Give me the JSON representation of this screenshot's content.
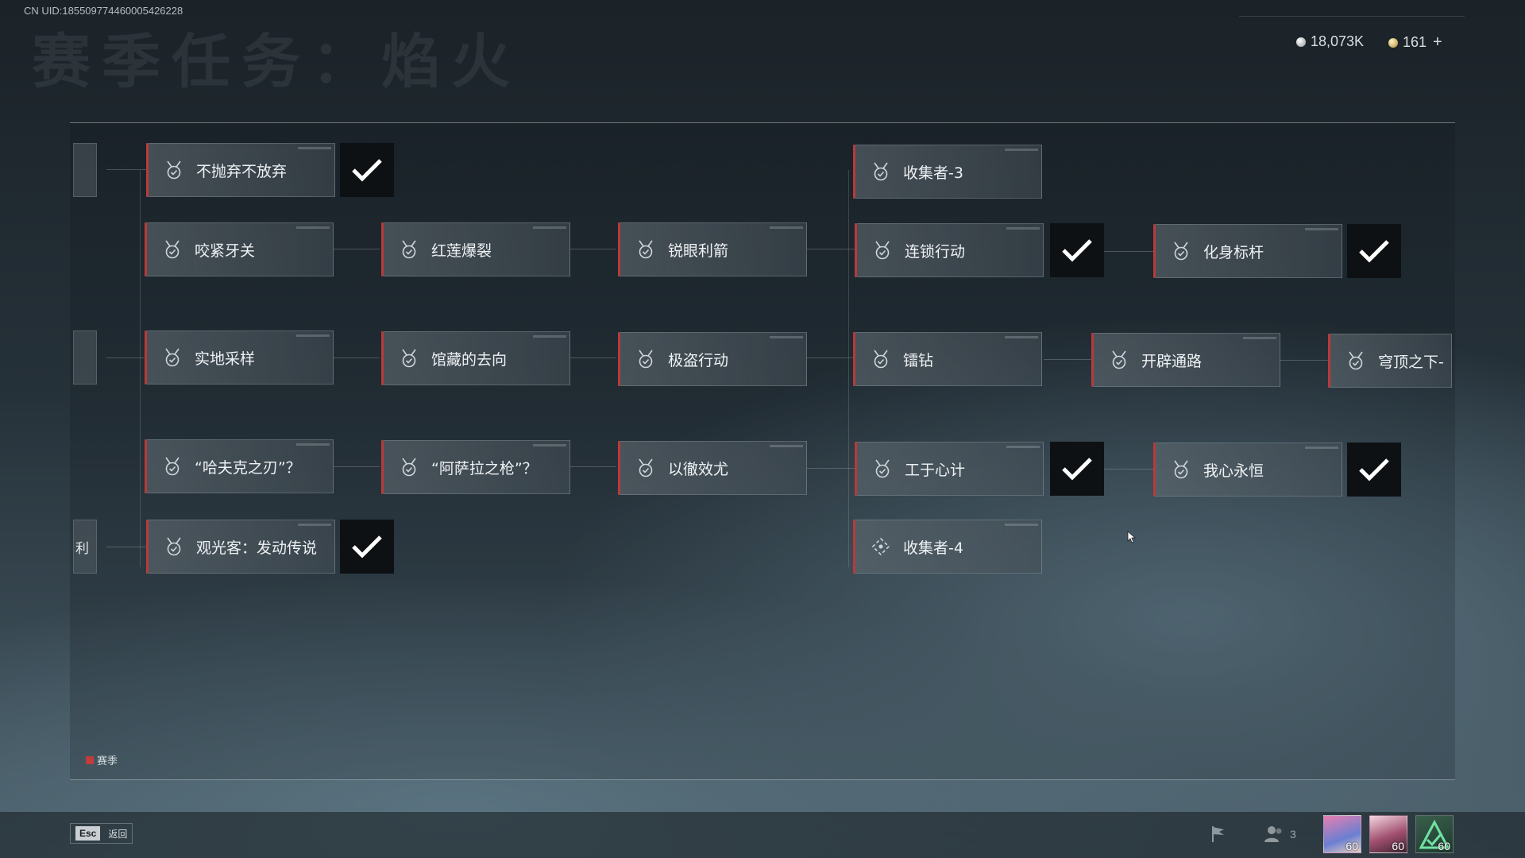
{
  "header": {
    "uid": "CN UID:185509774460005426228",
    "title": "赛季任务：焰火"
  },
  "currency": {
    "silver": "18,073K",
    "gold": "161",
    "plus": "+"
  },
  "nodes": {
    "n1": "不抛弃不放弃",
    "n2": "收集者-3",
    "n3": "咬紧牙关",
    "n4": "红莲爆裂",
    "n5": "锐眼利箭",
    "n6": "连锁行动",
    "n7": "化身标杆",
    "n8": "实地采样",
    "n9": "馆藏的去向",
    "n10": "极盗行动",
    "n11": "镭钻",
    "n12": "开辟通路",
    "n13": "穹顶之下-",
    "n14": "“哈夫克之刃”？",
    "n15": "“阿萨拉之枪”？",
    "n16": "以徹效尤",
    "n17": "工于心计",
    "n18": "我心永恒",
    "n19": "观光客：发动传说",
    "n20": "收集者-4",
    "stub_bottom": "利"
  },
  "legend": {
    "label": "赛季"
  },
  "footer": {
    "esc_key": "Esc",
    "esc_label": "返回",
    "squad_count": "3",
    "levels": [
      "60",
      "60",
      "60"
    ]
  },
  "colors": {
    "accent_red": "#b93a3a",
    "check_bg": "#0e1113"
  }
}
